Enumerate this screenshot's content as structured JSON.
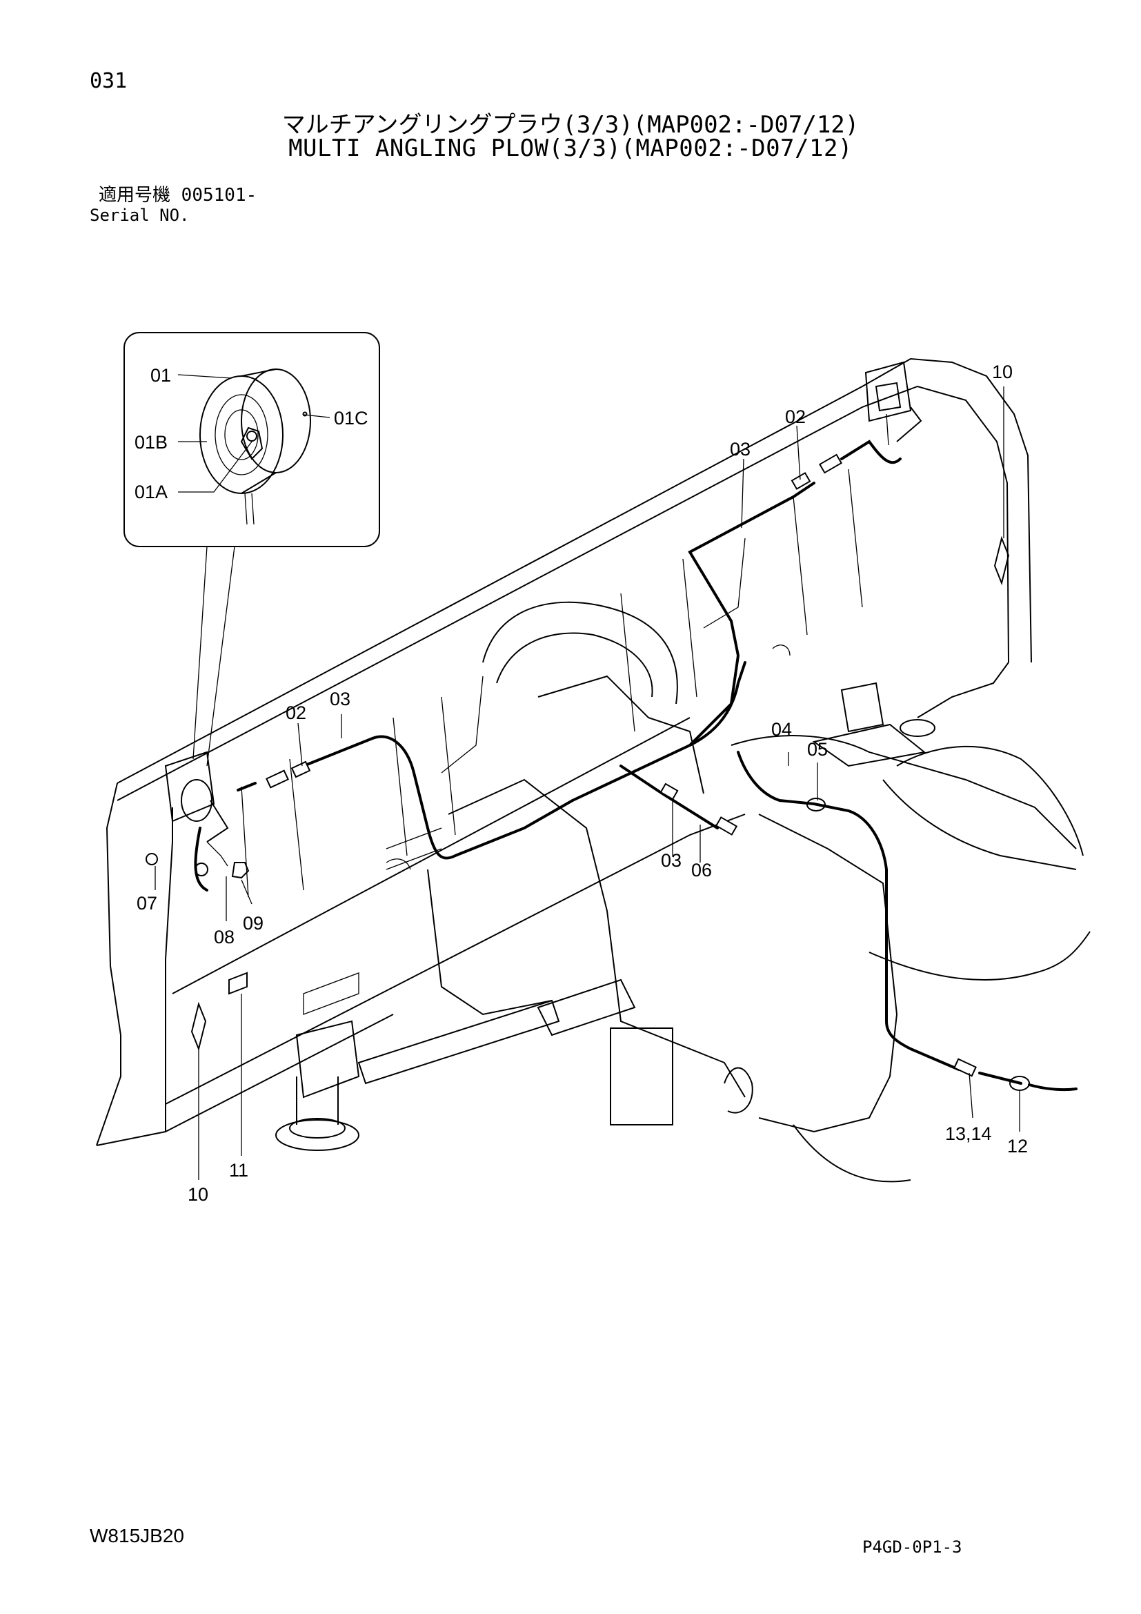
{
  "header": {
    "page_number": "031",
    "title_jp": "マルチアングリングプラウ(3/3)(MAP002:-D07/12)",
    "title_en": "MULTI ANGLING PLOW(3/3)(MAP002:-D07/12)",
    "serial_label_jp": "適用号機",
    "serial_value": "005101-",
    "serial_label_en": "Serial NO."
  },
  "callouts": {
    "c01": "01",
    "c01C": "01C",
    "c01B": "01B",
    "c01A": "01A",
    "c02_right": "02",
    "c03_right": "03",
    "c10_right": "10",
    "c02_left": "02",
    "c03_left": "03",
    "c04": "04",
    "c05": "05",
    "c03_mid": "03",
    "c06": "06",
    "c07": "07",
    "c08": "08",
    "c09": "09",
    "c11": "11",
    "c10_left": "10",
    "c13_14": "13,14",
    "c12": "12"
  },
  "footer": {
    "drawing_code": "W815JB20",
    "page_code": "P4GD-0P1-3"
  }
}
